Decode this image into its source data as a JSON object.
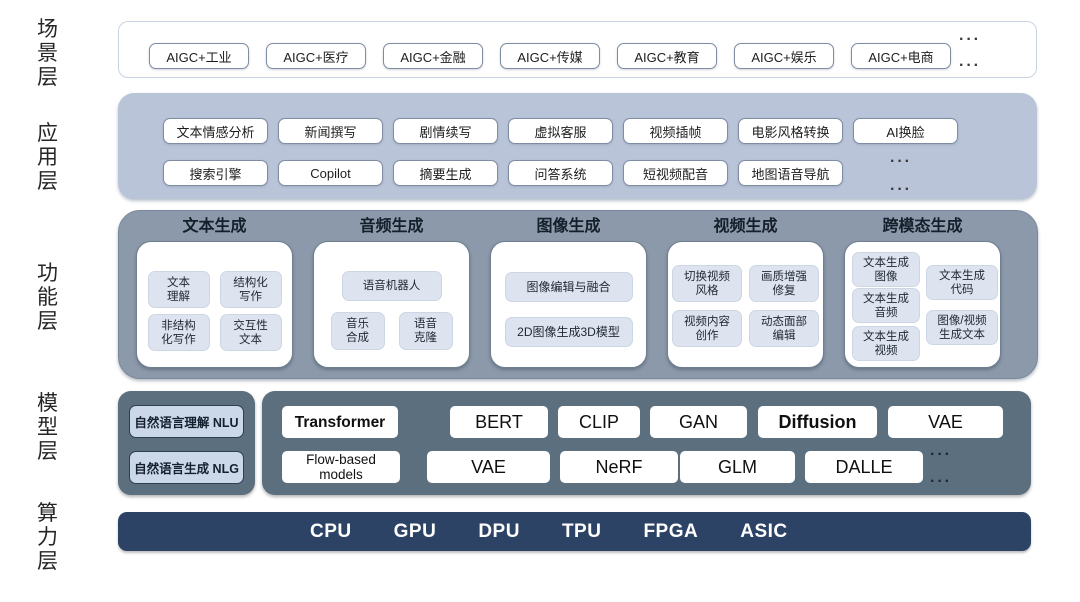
{
  "layer_labels": {
    "scenario": "场\n景\n层",
    "application": "应\n用\n层",
    "function": "功\n能\n层",
    "model": "模\n型\n层",
    "compute": "算\n力\n层"
  },
  "scenario": {
    "items": [
      "AIGC+工业",
      "AIGC+医疗",
      "AIGC+金融",
      "AIGC+传媒",
      "AIGC+教育",
      "AIGC+娱乐",
      "AIGC+电商"
    ],
    "more": "···\n···"
  },
  "application": {
    "row1": [
      "文本情感分析",
      "新闻撰写",
      "剧情续写",
      "虚拟客服",
      "视频插帧",
      "电影风格转换",
      "AI换脸"
    ],
    "row2": [
      "搜索引擎",
      "Copilot",
      "摘要生成",
      "问答系统",
      "短视频配音",
      "地图语音导航"
    ],
    "more": "···\n···"
  },
  "function": {
    "groups": [
      {
        "title": "文本生成",
        "items": [
          "文本\n理解",
          "结构化\n写作",
          "非结构\n化写作",
          "交互性\n文本"
        ]
      },
      {
        "title": "音频生成",
        "items": [
          "语音机器人",
          "音乐\n合成",
          "语音\n克隆"
        ]
      },
      {
        "title": "图像生成",
        "items": [
          "图像编辑与融合",
          "2D图像生成3D模型"
        ]
      },
      {
        "title": "视频生成",
        "items": [
          "切换视频\n风格",
          "画质增强\n修复",
          "视频内容\n创作",
          "动态面部\n编辑"
        ]
      },
      {
        "title": "跨模态生成",
        "items": [
          "文本生成\n图像",
          "文本生成\n代码",
          "文本生成\n音频",
          "图像/视频\n生成文本",
          "文本生成\n视频"
        ]
      }
    ]
  },
  "model": {
    "nl": [
      "自然语言理解 NLU",
      "自然语言生成 NLG"
    ],
    "row1": [
      "Transformer",
      "BERT",
      "CLIP",
      "GAN",
      "Diffusion",
      "VAE"
    ],
    "row2": [
      "Flow-based models",
      "VAE",
      "NeRF",
      "GLM",
      "DALLE"
    ],
    "more": "···\n···"
  },
  "compute": {
    "items": [
      "CPU",
      "GPU",
      "DPU",
      "TPU",
      "FPGA",
      "ASIC"
    ]
  },
  "colors": {
    "application_band": "#b9c4d9",
    "function_band": "#8c99aa",
    "model_band": "#5c6f7e",
    "compute_band": "#2d4365",
    "light_chip": "#dde4ef",
    "nl_chip": "#cbd8e9",
    "button_border": "#7e8da3"
  }
}
